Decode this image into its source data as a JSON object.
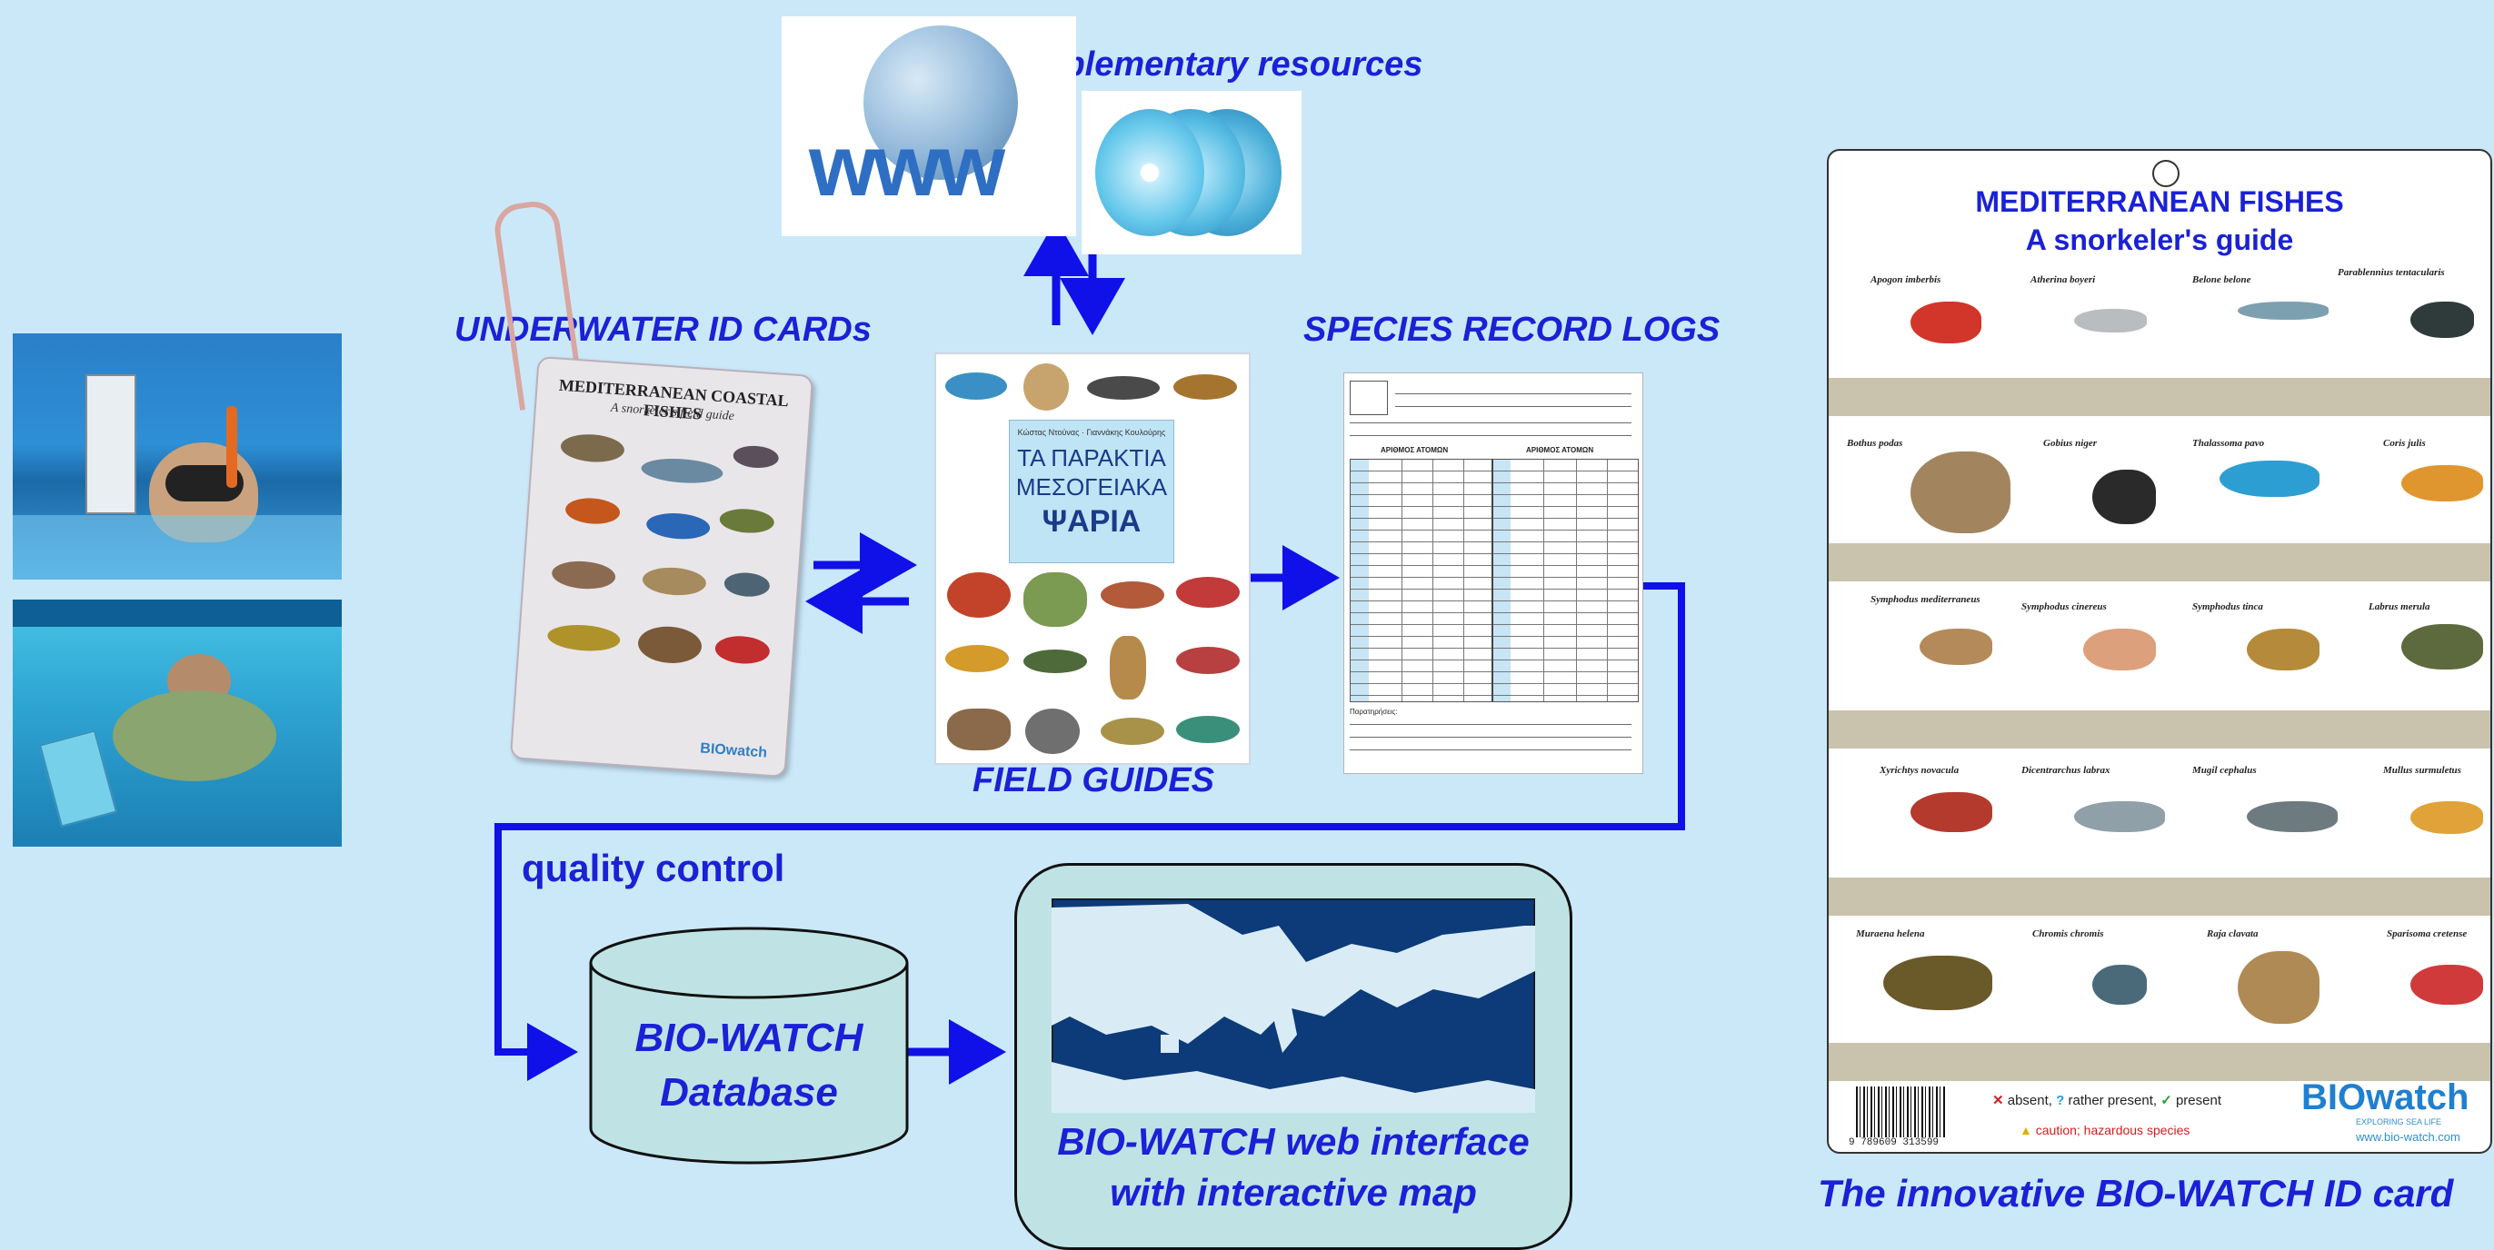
{
  "labels": {
    "complementary": "Complementary resources",
    "underwater_cards": "UNDERWATER ID CARDs",
    "species_logs": "SPECIES RECORD LOGS",
    "field_guides": "FIELD GUIDES",
    "quality_control": "quality control",
    "db_line1": "BIO-WATCH",
    "db_line2": "Database",
    "web_line1": "BIO-WATCH web interface",
    "web_line2": "with interactive map",
    "innovative": "The innovative BIO-WATCH ID card"
  },
  "www_text": "www",
  "small_card": {
    "title": "MEDITERRANEAN COASTAL FISHES",
    "subtitle": "A snorkeler's field guide",
    "logo": "BIOwatch"
  },
  "book": {
    "authors": "Κώστας Ντούνας · Γιαννάκης Κουλούρης",
    "title1": "ΤΑ ΠΑΡΑΚΤΙΑ",
    "title2": "ΜΕΣΟΓΕΙΑΚΑ",
    "title3": "ΨΑΡΙΑ"
  },
  "log_sheet": {
    "header_left": "ΑΡΙΘΜΟΣ ΑΤΟΜΩΝ",
    "header_right": "ΑΡΙΘΜΟΣ ΑΤΟΜΩΝ",
    "footer": "Παρατηρήσεις:"
  },
  "id_card": {
    "title1": "MEDITERRANEAN FISHES",
    "title2": "A snorkeler's guide",
    "species": [
      "Apogon imberbis",
      "Atherina boyeri",
      "Belone belone",
      "Parablennius tentacularis",
      "Bothus podas",
      "Gobius niger",
      "Thalassoma pavo",
      "Coris julis",
      "Symphodus mediterraneus",
      "Symphodus cinereus",
      "Symphodus tinca",
      "Labrus merula",
      "Xyrichtys novacula",
      "Dicentrarchus labrax",
      "Mugil cephalus",
      "Mullus surmuletus",
      "Muraena helena",
      "Chromis chromis",
      "Raja clavata",
      "Sparisoma cretense"
    ],
    "legend_absent": "absent,",
    "legend_rather": "rather present,",
    "legend_present": "present",
    "caution": "caution; hazardous species",
    "logo": "BIOwatch",
    "logo_tag": "EXPLORING SEA LIFE",
    "url": "www.bio-watch.com",
    "barcode_digits": "9 789609 313599"
  },
  "colors": {
    "background": "#cbe8f9",
    "accent_blue": "#1a21d6",
    "arrow_blue": "#1010e8",
    "database_fill": "#bfe3e5",
    "map_sea": "#0d3a78"
  },
  "icons": [
    "globe-icon",
    "cd-icon",
    "snorkeler-photo",
    "arrow-icon"
  ]
}
